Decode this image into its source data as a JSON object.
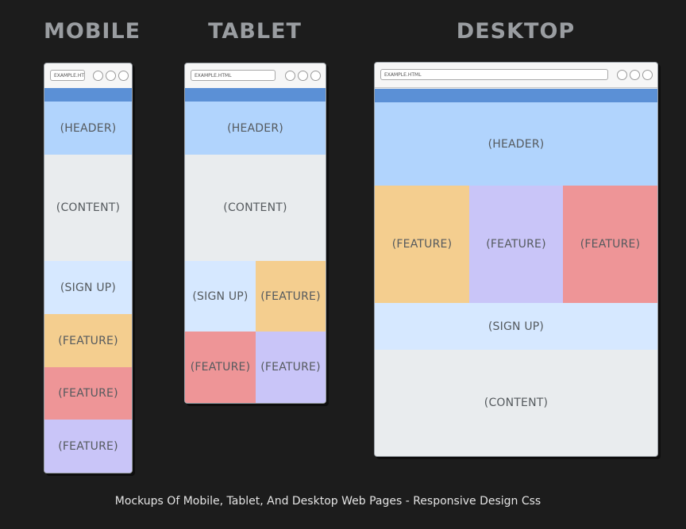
{
  "titles": {
    "mobile": "MOBILE",
    "tablet": "TABLET",
    "desktop": "DESKTOP"
  },
  "mobile": {
    "url": "EXAMPLE.HT",
    "header": "(HEADER)",
    "content": "(CONTENT)",
    "signup": "(SIGN UP)",
    "feature1": "(FEATURE)",
    "feature2": "(FEATURE)",
    "feature3": "(FEATURE)"
  },
  "tablet": {
    "url": "EXAMPLE.HTML",
    "header": "(HEADER)",
    "content": "(CONTENT)",
    "signup": "(SIGN UP)",
    "feature1": "(FEATURE)",
    "feature2": "(FEATURE)",
    "feature3": "(FEATURE)"
  },
  "desktop": {
    "url": "EXAMPLE.HTML",
    "header": "(HEADER)",
    "feature1": "(FEATURE)",
    "feature2": "(FEATURE)",
    "feature3": "(FEATURE)",
    "signup": "(SIGN UP)",
    "content": "(CONTENT)"
  },
  "colors": {
    "background": "#1c1c1c",
    "accent_bar": "#5b90d6",
    "header": "#b1d4fd",
    "content": "#e9ecee",
    "signup": "#d6e8ff",
    "feature_orange": "#f4ce8f",
    "feature_red": "#ee9597",
    "feature_purple": "#c9c5f8"
  },
  "caption": "Mockups Of Mobile, Tablet, And Desktop Web Pages - Responsive Design Css"
}
